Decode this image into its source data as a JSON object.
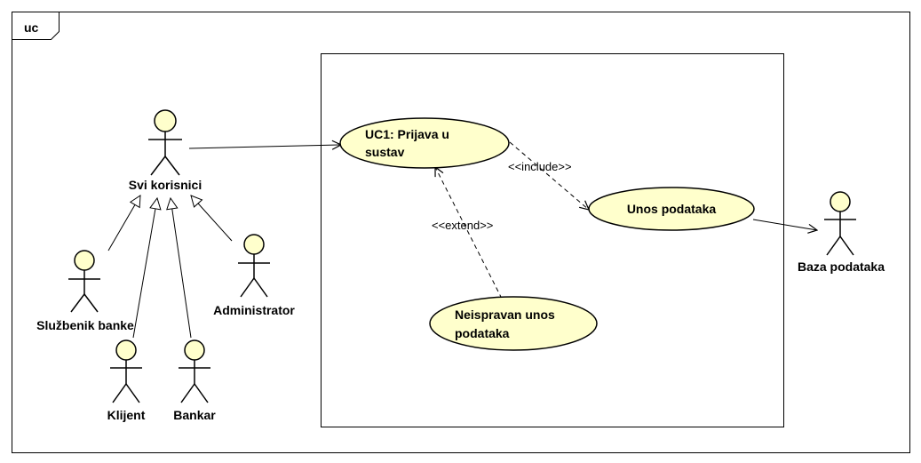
{
  "frame": {
    "tag": "uc"
  },
  "actors": {
    "svi_korisnici": "Svi korisnici",
    "sluzbenik_banke": "Službenik banke",
    "administrator": "Administrator",
    "klijent": "Klijent",
    "bankar": "Bankar",
    "baza_podataka": "Baza podataka"
  },
  "use_cases": {
    "uc1_line1": "UC1: Prijava u",
    "uc1_line2": "sustav",
    "unos_podataka": "Unos podataka",
    "neispravan_line1": "Neispravan unos",
    "neispravan_line2": "podataka"
  },
  "relations": {
    "include": "<<include>>",
    "extend": "<<extend>>"
  },
  "colors": {
    "usecase_fill": "#ffffcc",
    "actor_head_fill": "#ffffcc",
    "line": "#000000"
  }
}
